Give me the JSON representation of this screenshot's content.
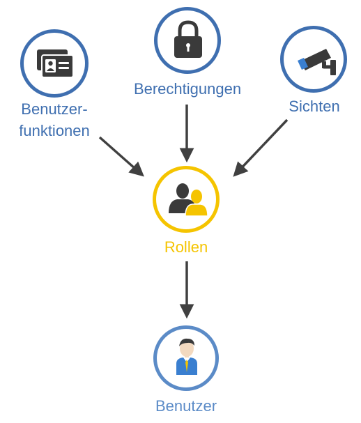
{
  "diagram": {
    "nodes": {
      "benutzerfunktionen": {
        "label_line1": "Benutzer-",
        "label_line2": "funktionen",
        "icon": "id-card-icon",
        "color": "#3f6fb0"
      },
      "berechtigungen": {
        "label": "Berechtigungen",
        "icon": "padlock-icon",
        "color": "#3f6fb0"
      },
      "sichten": {
        "label": "Sichten",
        "icon": "security-camera-icon",
        "color": "#3f6fb0"
      },
      "rollen": {
        "label": "Rollen",
        "icon": "user-group-icon",
        "color": "#f5c400"
      },
      "benutzer": {
        "label": "Benutzer",
        "icon": "businessman-icon",
        "color": "#5b8bc7"
      }
    },
    "edges": [
      {
        "from": "Benutzer-funktionen",
        "to": "Rollen"
      },
      {
        "from": "Berechtigungen",
        "to": "Rollen"
      },
      {
        "from": "Sichten",
        "to": "Rollen"
      },
      {
        "from": "Rollen",
        "to": "Benutzer"
      }
    ],
    "colors": {
      "arrow": "#404040",
      "icon_dark": "#3a3a3a",
      "accent": "#f5c400"
    }
  }
}
